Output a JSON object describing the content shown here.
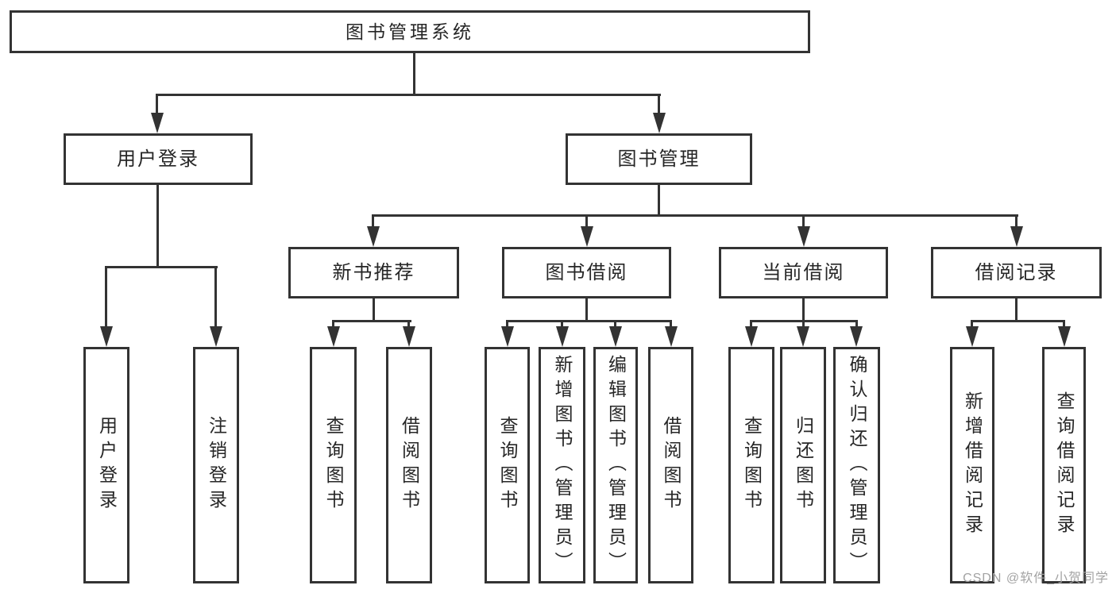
{
  "nodes": {
    "root": "图书管理系统",
    "user_login": "用户登录",
    "book_mgmt": "图书管理",
    "new_book_rec": "新书推荐",
    "book_borrow": "图书借阅",
    "current_borrow": "当前借阅",
    "borrow_records": "借阅记录",
    "ul_user_login": "用户登录",
    "ul_logout": "注销登录",
    "nbr_query_book": "查询图书",
    "nbr_borrow_book": "借阅图书",
    "bb_query_book": "查询图书",
    "bb_add_book": "新增图书（管理员）",
    "bb_edit_book": "编辑图书（管理员）",
    "bb_borrow_book": "借阅图书",
    "cb_query_book": "查询图书",
    "cb_return_book": "归还图书",
    "cb_confirm_return": "确认归还（管理员）",
    "br_add_record": "新增借阅记录",
    "br_query_record": "查询借阅记录"
  },
  "hierarchy": {
    "图书管理系统": {
      "用户登录": [
        "用户登录",
        "注销登录"
      ],
      "图书管理": {
        "新书推荐": [
          "查询图书",
          "借阅图书"
        ],
        "图书借阅": [
          "查询图书",
          "新增图书（管理员）",
          "编辑图书（管理员）",
          "借阅图书"
        ],
        "当前借阅": [
          "查询图书",
          "归还图书",
          "确认归还（管理员）"
        ],
        "借阅记录": [
          "新增借阅记录",
          "查询借阅记录"
        ]
      }
    }
  },
  "watermark": "CSDN @软件_小贺同学",
  "colors": {
    "line": "#333333",
    "text": "#262626",
    "background": "#ffffff",
    "watermark": "#a3a3a3"
  }
}
